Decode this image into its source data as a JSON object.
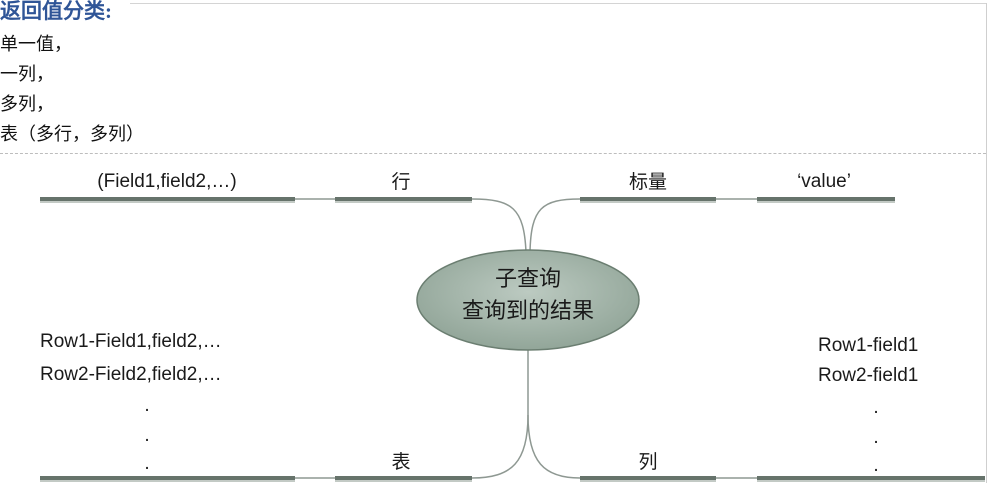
{
  "heading": "返回值分类:",
  "list": [
    "单一值，",
    "一列，",
    "多列，",
    "表（多行，多列）"
  ],
  "diagram": {
    "center": {
      "line1": "子查询",
      "line2": "查询到的结果"
    },
    "row_branch": {
      "label": "行",
      "leaf": "(Field1,field2,…)"
    },
    "scalar_branch": {
      "label": "标量",
      "leaf": "‘value’"
    },
    "table_branch": {
      "label": "表",
      "rows": [
        "Row1-Field1,field2,…",
        "Row2-Field2,field2,…"
      ],
      "dots": [
        ".",
        ".",
        "."
      ]
    },
    "column_branch": {
      "label": "列",
      "rows": [
        "Row1-field1",
        "Row2-field1"
      ],
      "dots": [
        ".",
        ".",
        "."
      ]
    }
  },
  "colors": {
    "heading": "#2f5597",
    "bar": "#66736b",
    "bar_shadow": "#c3cac5",
    "connector": "#8e9892",
    "node_fill": "#8fa396",
    "node_fill_light": "#bccac1",
    "node_stroke": "#6b7e71"
  }
}
